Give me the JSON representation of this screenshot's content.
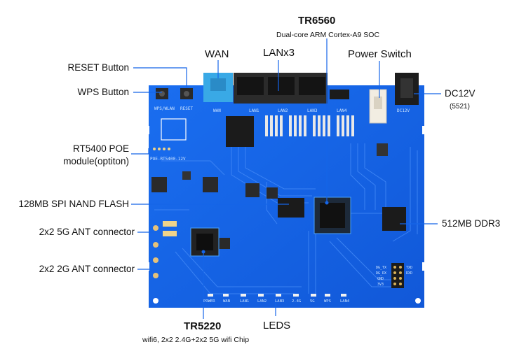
{
  "labels": {
    "tr6560": "TR6560",
    "tr6560_sub": "Dual-core ARM Cortex-A9 SOC",
    "wan": "WAN",
    "lanx3": "LANx3",
    "power_switch": "Power Switch",
    "reset_button": "RESET Button",
    "wps_button": "WPS Button",
    "dc12v": "DC12V",
    "dc12v_sub": "(5521)",
    "poe_module_line1": "RT5400 POE",
    "poe_module_line2": "module(optiton)",
    "nand_flash": "128MB SPI NAND FLASH",
    "ant5g": "2x2 5G ANT connector",
    "ant2g": "2x2 2G ANT connector",
    "ddr3": "512MB DDR3",
    "tr5220": "TR5220",
    "tr5220_sub": "wifi6, 2x2 2.4G+2x2 5G wifi Chip",
    "leds": "LEDS"
  },
  "silkscreen": {
    "wps_wlan": "WPS/WLAN",
    "reset": "RESET",
    "wan": "WAN",
    "lan1": "LAN1",
    "lan2": "LAN2",
    "lan3": "LAN3",
    "lan4": "LAN4",
    "dc12v": "DC12V",
    "poe": "POE-RT5400-12V",
    "led_power": "POWER",
    "led_wan": "WAN",
    "led_lan1": "LAN1",
    "led_lan2": "LAN2",
    "led_lan3": "LAN3",
    "led_2g": "2.4G",
    "led_5g": "5G",
    "led_wps": "WPS",
    "led_lan4": "LAN4",
    "uart_txd": "TXD",
    "uart_rxd": "RXD",
    "uart_gnd": "GND",
    "uart_3v3": "3V3",
    "uart_dg_tx": "DG_TX",
    "uart_dg_rx": "DG_RX"
  },
  "colors": {
    "board": "#1565e8",
    "board_dark": "#0f4fc2",
    "trace": "#3f86f5",
    "leader": "#1565e8",
    "chip": "#1b1b1b"
  }
}
